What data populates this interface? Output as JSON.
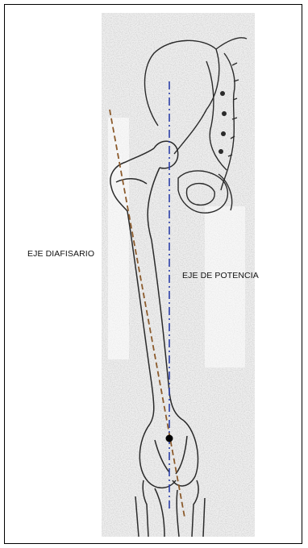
{
  "labels": {
    "shaft_axis": "EJE DIAFISARIO",
    "power_axis": "EJE DE POTENCIA"
  },
  "colors": {
    "frame": "#000000",
    "background": "#ffffff",
    "bone_outline": "#2a2a2a",
    "speckle_background": "#d6d6d6",
    "shaft_axis_line": "#8b5a2b",
    "power_axis_line": "#2b3fa8",
    "knee_center_dot": "#000000"
  },
  "icons": {
    "knee_center": "filled-circle"
  }
}
